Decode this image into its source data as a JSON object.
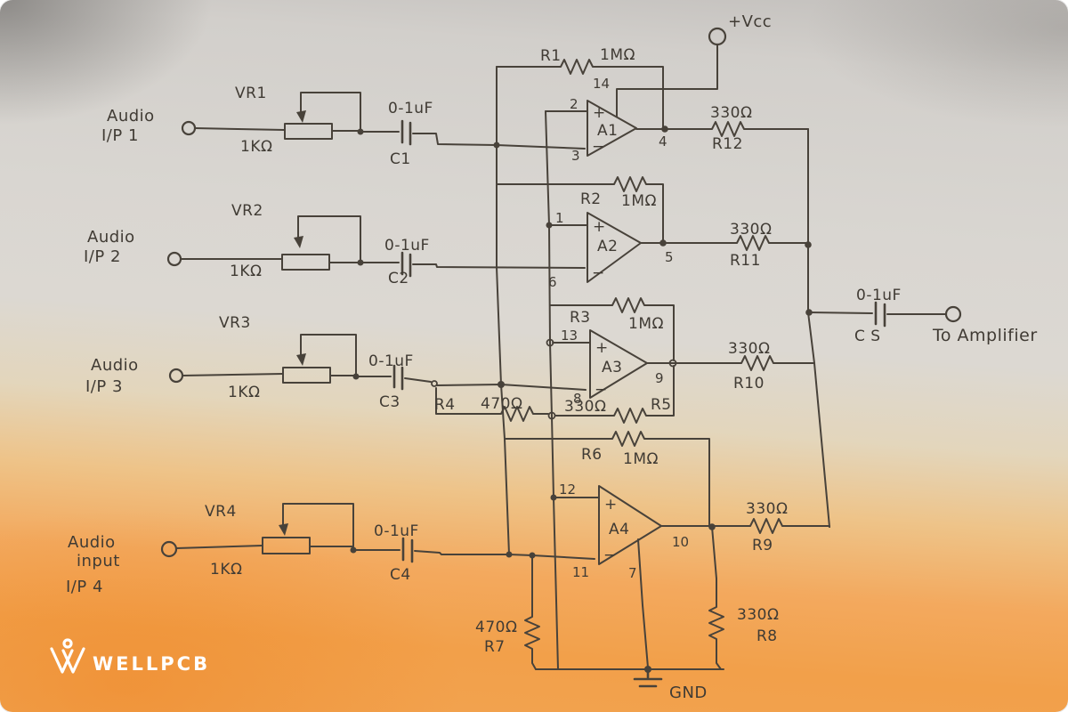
{
  "brand": {
    "logo_text": "WELLPCB"
  },
  "power": {
    "vcc": "+Vcc",
    "gnd": "GND"
  },
  "output": {
    "cap_value": "0-1uF",
    "cap_name": "C S",
    "destination": "To Amplifier"
  },
  "channels": [
    {
      "line1": "Audio",
      "line2": "I/P 1",
      "vr": "VR1",
      "vr_value": "1KΩ",
      "cap_value": "0-1uF",
      "cap_name": "C1"
    },
    {
      "line1": "Audio",
      "line2": "I/P 2",
      "vr": "VR2",
      "vr_value": "1KΩ",
      "cap_value": "0-1uF",
      "cap_name": "C2"
    },
    {
      "line1": "Audio",
      "line2": "I/P 3",
      "vr": "VR3",
      "vr_value": "1KΩ",
      "cap_value": "0-1uF",
      "cap_name": "C3"
    },
    {
      "line1": "Audio",
      "line2": "input",
      "line3": "I/P 4",
      "vr": "VR4",
      "vr_value": "1KΩ",
      "cap_value": "0-1uF",
      "cap_name": "C4"
    }
  ],
  "opamps": [
    {
      "name": "A1",
      "plus": "2",
      "minus": "3",
      "out": "4",
      "vplus": "14",
      "plus_sign": "+",
      "minus_sign": "−",
      "fb": "R1",
      "fb_value": "1MΩ",
      "rout_value": "330Ω",
      "rout": "R12"
    },
    {
      "name": "A2",
      "plus": "1",
      "minus": "6",
      "out": "5",
      "plus_sign": "+",
      "minus_sign": "−",
      "fb": "R2",
      "fb_value": "1MΩ",
      "rout_value": "330Ω",
      "rout": "R11"
    },
    {
      "name": "A3",
      "plus": "13",
      "minus": "8",
      "out": "9",
      "plus_sign": "+",
      "minus_sign": "−",
      "fb": "R3",
      "fb_value": "1MΩ",
      "rout_value": "330Ω",
      "rout": "R10"
    },
    {
      "name": "A4",
      "plus": "12",
      "minus": "11",
      "out": "10",
      "gnd": "7",
      "plus_sign": "+",
      "minus_sign": "−",
      "fb": "R6",
      "fb_value": "1MΩ",
      "rout_value": "330Ω",
      "rout": "R9"
    }
  ],
  "network": {
    "r4": "R4",
    "r4_value": "470Ω",
    "r5": "R5",
    "r5_value": "330Ω",
    "r7": "R7",
    "r7_value": "470Ω",
    "r8": "R8",
    "r8_value": "330Ω"
  }
}
